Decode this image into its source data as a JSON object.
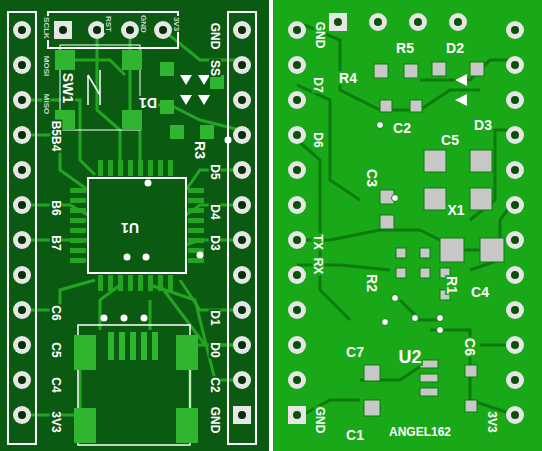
{
  "diagram": {
    "labels": [
      "RST",
      "GND",
      "3V3",
      "SCLK",
      "MOSI",
      "MISO",
      "SW1",
      "D1",
      "U1",
      "R3",
      "SS",
      "GND",
      "D5",
      "D4",
      "D3",
      "D1",
      "D0",
      "C2",
      "GND",
      "B5B4",
      "B6",
      "B7",
      "C6",
      "C5",
      "C4",
      "3V3",
      "GND",
      "D7",
      "D6",
      "R4",
      "R5",
      "D2",
      "D3",
      "C2",
      "C5",
      "C3",
      "X1",
      "TX",
      "RX",
      "R2",
      "R1",
      "C4",
      "C7",
      "U2",
      "C6",
      "C1",
      "ANGEL162",
      "GND",
      "3V3"
    ]
  }
}
